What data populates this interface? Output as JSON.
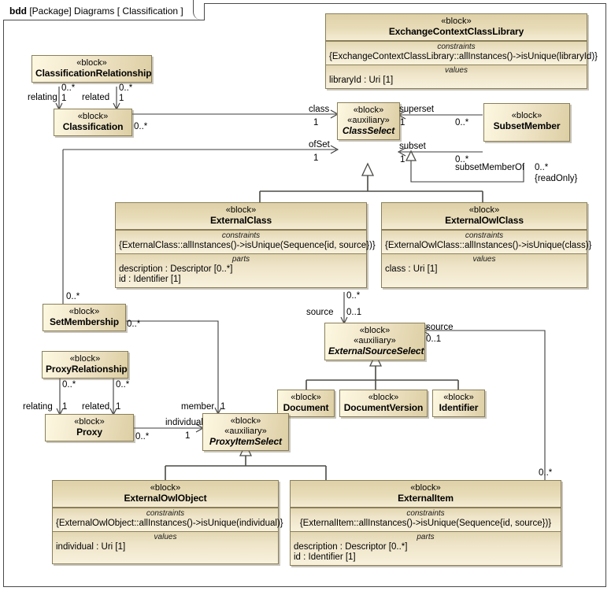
{
  "diagram": {
    "frame_kind": "bdd",
    "frame_scope": "[Package] Diagrams",
    "frame_name": "[ Classification ]",
    "stereotype_block": "«block»",
    "stereotype_auxiliary": "«auxiliary»",
    "label_constraints": "constraints",
    "label_values": "values",
    "label_parts": "parts",
    "colors": {
      "block_border": "#8a7f5a",
      "block_header": "#ded1a8",
      "block_body": "#f5eed8",
      "line": "#3b3b3b",
      "background": "#ffffff"
    }
  },
  "blocks": [
    {
      "id": "ClassificationRelationship",
      "name": "ClassificationRelationship",
      "stereotypes": [
        "«block»"
      ],
      "italic": false,
      "compartments": []
    },
    {
      "id": "ExchangeContextClassLibrary",
      "name": "ExchangeContextClassLibrary",
      "stereotypes": [
        "«block»"
      ],
      "italic": false,
      "compartments": [
        {
          "label": "constraints",
          "align": "center",
          "items": [
            "{ExchangeContextClassLibrary::allInstances()->isUnique(libraryId)}"
          ]
        },
        {
          "label": "values",
          "align": "left",
          "items": [
            "libraryId : Uri [1]"
          ]
        }
      ]
    },
    {
      "id": "Classification",
      "name": "Classification",
      "stereotypes": [
        "«block»"
      ],
      "italic": false,
      "compartments": []
    },
    {
      "id": "ClassSelect",
      "name": "ClassSelect",
      "stereotypes": [
        "«block»",
        "«auxiliary»"
      ],
      "italic": true,
      "compartments": []
    },
    {
      "id": "SubsetMember",
      "name": "SubsetMember",
      "stereotypes": [
        "«block»"
      ],
      "italic": false,
      "compartments": []
    },
    {
      "id": "ExternalClass",
      "name": "ExternalClass",
      "stereotypes": [
        "«block»"
      ],
      "italic": false,
      "compartments": [
        {
          "label": "constraints",
          "align": "center",
          "items": [
            "{ExternalClass::allInstances()->isUnique(Sequence{id, source})}"
          ]
        },
        {
          "label": "parts",
          "align": "left",
          "items": [
            "description : Descriptor [0..*]",
            "id : Identifier [1]"
          ]
        }
      ]
    },
    {
      "id": "ExternalOwlClass",
      "name": "ExternalOwlClass",
      "stereotypes": [
        "«block»"
      ],
      "italic": false,
      "compartments": [
        {
          "label": "constraints",
          "align": "center",
          "items": [
            "{ExternalOwlClass::allInstances()->isUnique(class)}"
          ]
        },
        {
          "label": "values",
          "align": "left",
          "items": [
            "class : Uri [1]"
          ]
        }
      ]
    },
    {
      "id": "SetMembership",
      "name": "SetMembership",
      "stereotypes": [
        "«block»"
      ],
      "italic": false,
      "compartments": []
    },
    {
      "id": "ProxyRelationship",
      "name": "ProxyRelationship",
      "stereotypes": [
        "«block»"
      ],
      "italic": false,
      "compartments": []
    },
    {
      "id": "Proxy",
      "name": "Proxy",
      "stereotypes": [
        "«block»"
      ],
      "italic": false,
      "compartments": []
    },
    {
      "id": "ExternalSourceSelect",
      "name": "ExternalSourceSelect",
      "stereotypes": [
        "«block»",
        "«auxiliary»"
      ],
      "italic": true,
      "compartments": []
    },
    {
      "id": "Document",
      "name": "Document",
      "stereotypes": [
        "«block»"
      ],
      "italic": false,
      "compartments": []
    },
    {
      "id": "DocumentVersion",
      "name": "DocumentVersion",
      "stereotypes": [
        "«block»"
      ],
      "italic": false,
      "compartments": []
    },
    {
      "id": "Identifier",
      "name": "Identifier",
      "stereotypes": [
        "«block»"
      ],
      "italic": false,
      "compartments": []
    },
    {
      "id": "ProxyItemSelect",
      "name": "ProxyItemSelect",
      "stereotypes": [
        "«block»",
        "«auxiliary»"
      ],
      "italic": true,
      "compartments": []
    },
    {
      "id": "ExternalOwlObject",
      "name": "ExternalOwlObject",
      "stereotypes": [
        "«block»"
      ],
      "italic": false,
      "compartments": [
        {
          "label": "constraints",
          "align": "center",
          "items": [
            "{ExternalOwlObject::allInstances()->isUnique(individual)}"
          ]
        },
        {
          "label": "values",
          "align": "left",
          "items": [
            "individual : Uri [1]"
          ]
        }
      ]
    },
    {
      "id": "ExternalItem",
      "name": "ExternalItem",
      "stereotypes": [
        "«block»"
      ],
      "italic": false,
      "compartments": [
        {
          "label": "constraints",
          "align": "center",
          "items": [
            "{ExternalItem::allInstances()->isUnique(Sequence{id, source})}"
          ]
        },
        {
          "label": "parts",
          "align": "left",
          "items": [
            "description : Descriptor [0..*]",
            "id : Identifier [1]"
          ]
        }
      ]
    }
  ],
  "edge_labels": {
    "relating_1": "relating",
    "mult_rel_top_left": "0..*",
    "mult_rel_bot_left": "1",
    "related_1": "related",
    "mult_rel_top_right": "0..*",
    "mult_rel_bot_right": "1",
    "classification_mult": "0..*",
    "class_role": "class",
    "class_mult": "1",
    "ofSet_role": "ofSet",
    "ofSet_mult": "1",
    "superset_role": "superset",
    "superset_mult_left": "1",
    "superset_mult_right": "0..*",
    "subset_role": "subset",
    "subset_mult_left": "1",
    "subset_mult_right": "0..*",
    "subsetMemberOf_role": "subsetMemberOf",
    "subsetMemberOf_mult": "0..*",
    "readonly": "{readOnly}",
    "externalclass_source_mult": "0..*",
    "source_role_1": "source",
    "source_mult_1": "0..1",
    "source_role_2": "source",
    "source_mult_2": "0..1",
    "setmembership_mult_top": "0..*",
    "setmembership_mult_right": "0..*",
    "proxyrel_mult_left": "0..*",
    "proxyrel_mult_right": "0..*",
    "relating_2": "relating",
    "relating_2_mult": "1",
    "related_2": "related",
    "related_2_mult": "1",
    "member_role": "member",
    "member_mult": "1",
    "individual_role": "individual",
    "individual_mult": "1",
    "proxy_mult": "0..*",
    "externalitem_source_mult": "0..*"
  }
}
